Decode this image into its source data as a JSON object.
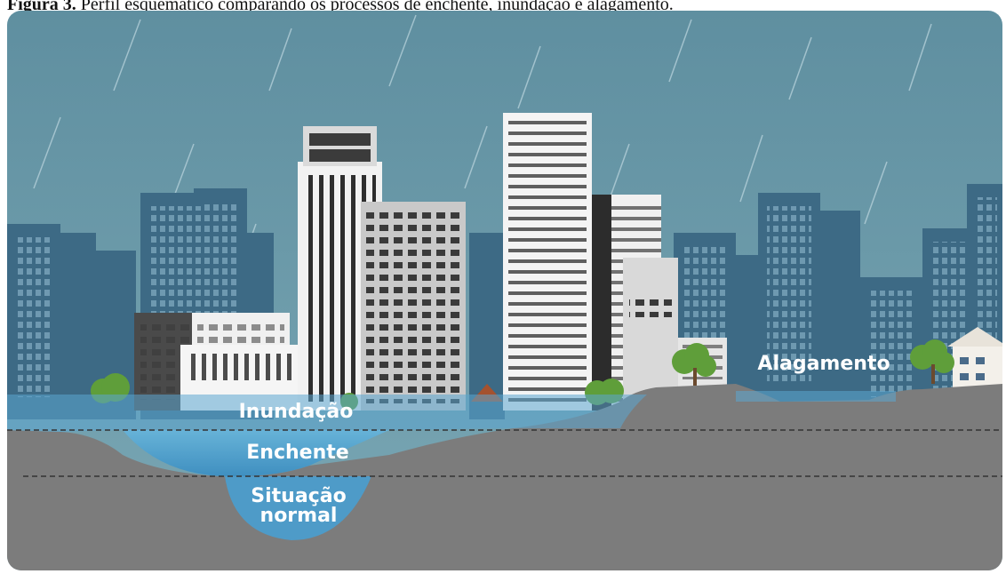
{
  "caption": {
    "label": "Figura 3.",
    "text": " Perfil esquemático comparando os processos de enchente, inundação e alagamento."
  },
  "labels": {
    "inundacao": "Inundação",
    "enchente": "Enchente",
    "situacao_line1": "Situação",
    "situacao_line2": "normal",
    "alagamento": "Alagamento"
  },
  "colors": {
    "sky": "#6b9aa8",
    "background_buildings": "#3d6a85",
    "ground": "#7c7c7c",
    "flood_water": "#5ba6cf",
    "river_water": "#4e9bc8",
    "tree_green": "#5f9e3a"
  }
}
